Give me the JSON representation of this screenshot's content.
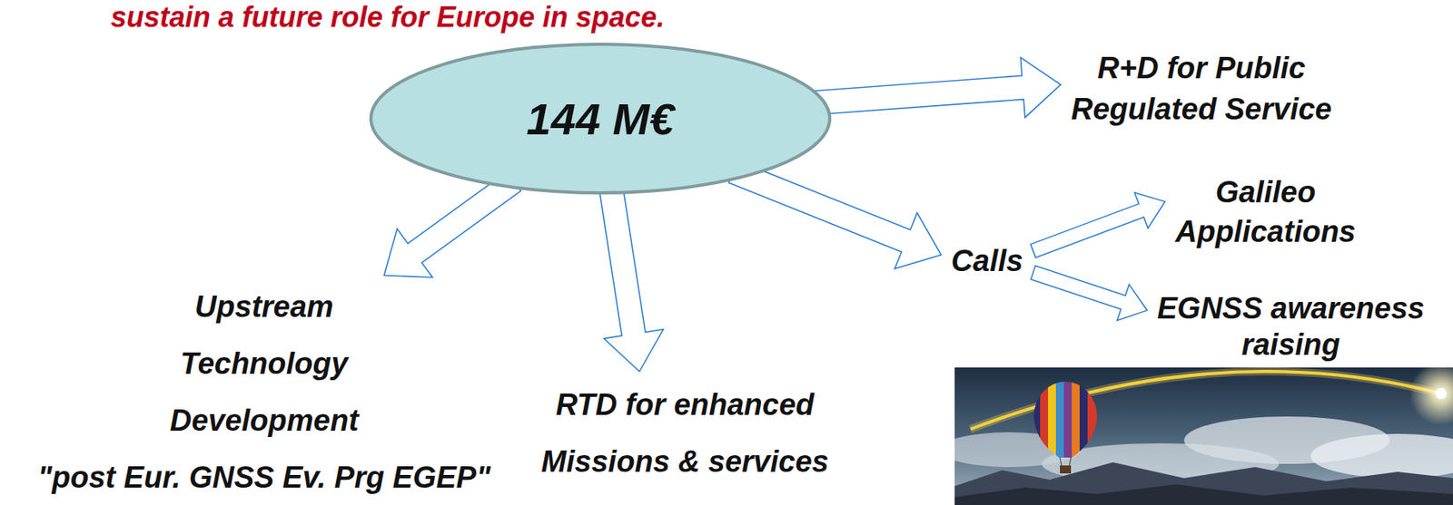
{
  "diagram": {
    "nodes": [
      {
        "text": [
          "144 M€"
        ]
      },
      {
        "text": [
          "R+D for Public Regulated Service"
        ]
      },
      {
        "text": [
          "Upstream Technology Development",
          "\"post Eur. GNSS Ev. Prg EGEP\""
        ]
      },
      {
        "text": [
          "RTD for enhanced Missions & services"
        ]
      },
      {
        "text": [
          "Calls"
        ]
      },
      {
        "text": [
          "Galileo Applications"
        ]
      },
      {
        "text": [
          "EGNSS awareness raising"
        ]
      }
    ],
    "edges": [
      {
        "from": 0,
        "to": 1,
        "arrow": "to"
      },
      {
        "from": 0,
        "to": 2,
        "arrow": "to"
      },
      {
        "from": 0,
        "to": 3,
        "arrow": "to"
      },
      {
        "from": 0,
        "to": 4,
        "arrow": "to"
      },
      {
        "from": 4,
        "to": 5,
        "arrow": "to"
      },
      {
        "from": 4,
        "to": 6,
        "arrow": "to"
      }
    ],
    "labels": [
      "sustain a future role for Europe in space."
    ]
  }
}
